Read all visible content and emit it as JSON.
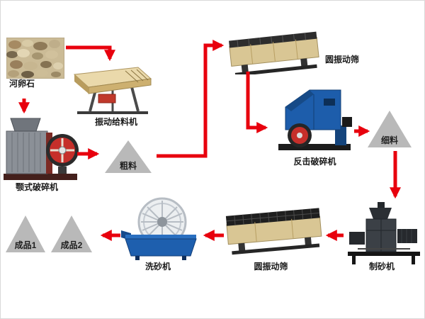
{
  "labels": {
    "pebbles": "河卵石",
    "feeder": "振动给料机",
    "jaw_crusher": "颚式破碎机",
    "coarse": "粗料",
    "screen_top": "圆振动筛",
    "impact_crusher": "反击破碎机",
    "fine": "细料",
    "sand_maker": "制砂机",
    "screen_bottom": "圆振动筛",
    "sand_washer": "洗砂机",
    "product1": "成品1",
    "product2": "成品2"
  },
  "colors": {
    "arrow_red": "#e8000d",
    "triangle_gray": "#b9b9b9",
    "machine_tan": "#d9c694",
    "machine_blue": "#1d5dab",
    "wheel_red": "#c62f2a",
    "machine_dark": "#2b2b2b",
    "background": "#ffffff"
  },
  "flow": [
    "河卵石 → 振动给料机",
    "振动给料机 → 颚式破碎机",
    "颚式破碎机 → 粗料",
    "粗料 → 圆振动筛",
    "圆振动筛 → 反击破碎机",
    "反击破碎机 → 细料",
    "细料 → 制砂机",
    "制砂机 → 圆振动筛",
    "圆振动筛 → 洗砂机",
    "洗砂机 → 成品1/成品2"
  ]
}
